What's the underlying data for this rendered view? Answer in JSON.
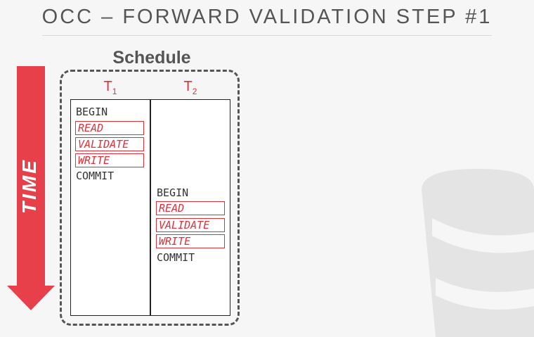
{
  "slide": {
    "title": "OCC – FORWARD VALIDATION STEP #1"
  },
  "time_axis": {
    "label": "TIME",
    "color": "#e8404a"
  },
  "schedule": {
    "label": "Schedule",
    "transactions": [
      {
        "name": "T",
        "subscript": "1",
        "ops": [
          "BEGIN",
          "READ",
          "VALIDATE",
          "WRITE",
          "COMMIT"
        ]
      },
      {
        "name": "T",
        "subscript": "2",
        "ops": [
          "BEGIN",
          "READ",
          "VALIDATE",
          "WRITE",
          "COMMIT"
        ]
      }
    ]
  },
  "colors": {
    "accent": "#e0303a",
    "frame": "#555555"
  }
}
